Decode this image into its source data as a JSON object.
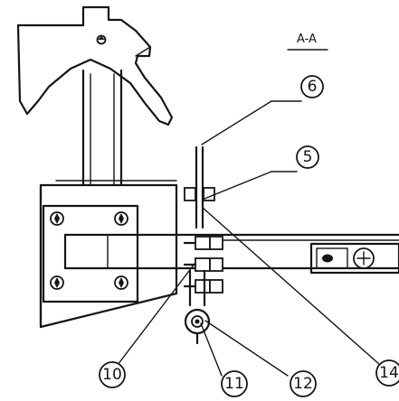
{
  "section_label": "A-A",
  "callouts": [
    {
      "id": "6",
      "label": "6"
    },
    {
      "id": "5",
      "label": "5"
    },
    {
      "id": "10",
      "label": "10"
    },
    {
      "id": "11",
      "label": "11"
    },
    {
      "id": "12",
      "label": "12"
    },
    {
      "id": "14",
      "label": "14"
    }
  ]
}
